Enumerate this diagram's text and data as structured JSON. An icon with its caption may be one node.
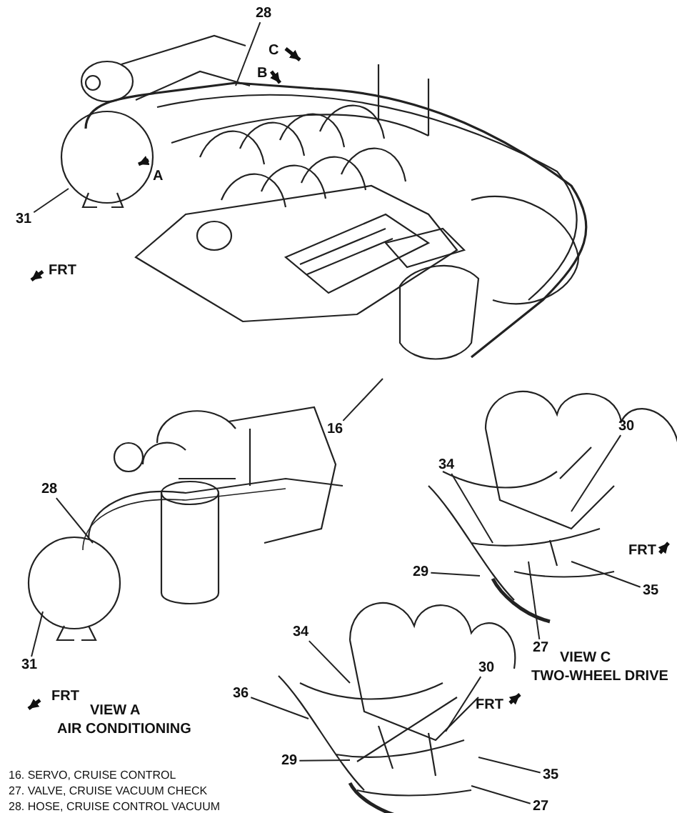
{
  "diagram": {
    "nodes": [
      {
        "text": [
          "28"
        ]
      },
      {
        "text": [
          "31"
        ]
      },
      {
        "text": [
          "16"
        ]
      },
      {
        "text": [
          "28"
        ]
      },
      {
        "text": [
          "31"
        ]
      },
      {
        "text": [
          "30"
        ]
      },
      {
        "text": [
          "34"
        ]
      },
      {
        "text": [
          "29"
        ]
      },
      {
        "text": [
          "35"
        ]
      },
      {
        "text": [
          "27"
        ]
      },
      {
        "text": [
          "34"
        ]
      },
      {
        "text": [
          "30"
        ]
      },
      {
        "text": [
          "36"
        ]
      },
      {
        "text": [
          "29"
        ]
      },
      {
        "text": [
          "35"
        ]
      },
      {
        "text": [
          "27"
        ]
      }
    ],
    "edges": [
      {
        "from": 0,
        "to": null,
        "arrow": "none"
      },
      {
        "from": 1,
        "to": null,
        "arrow": "none"
      },
      {
        "from": 2,
        "to": null,
        "arrow": "none"
      },
      {
        "from": 3,
        "to": null,
        "arrow": "none"
      },
      {
        "from": 4,
        "to": null,
        "arrow": "none"
      },
      {
        "from": 5,
        "to": null,
        "arrow": "none"
      },
      {
        "from": 6,
        "to": null,
        "arrow": "none"
      },
      {
        "from": 7,
        "to": null,
        "arrow": "none"
      },
      {
        "from": 8,
        "to": null,
        "arrow": "none"
      },
      {
        "from": 9,
        "to": null,
        "arrow": "none"
      },
      {
        "from": 10,
        "to": null,
        "arrow": "none"
      },
      {
        "from": 11,
        "to": null,
        "arrow": "none"
      },
      {
        "from": 12,
        "to": null,
        "arrow": "none"
      },
      {
        "from": 13,
        "to": null,
        "arrow": "none"
      },
      {
        "from": 14,
        "to": null,
        "arrow": "none"
      },
      {
        "from": 15,
        "to": null,
        "arrow": "none"
      }
    ],
    "labels": [
      "C",
      "B",
      "A",
      "FRT",
      "FRT",
      "FRT",
      "VIEW C",
      "TWO-WHEEL DRIVE",
      "VIEW A",
      "AIR CONDITIONING",
      "FRT",
      "16. SERVO, CRUISE CONTROL",
      "27. VALVE, CRUISE VACUUM CHECK",
      "28. HOSE, CRUISE CONTROL VACUUM"
    ]
  }
}
